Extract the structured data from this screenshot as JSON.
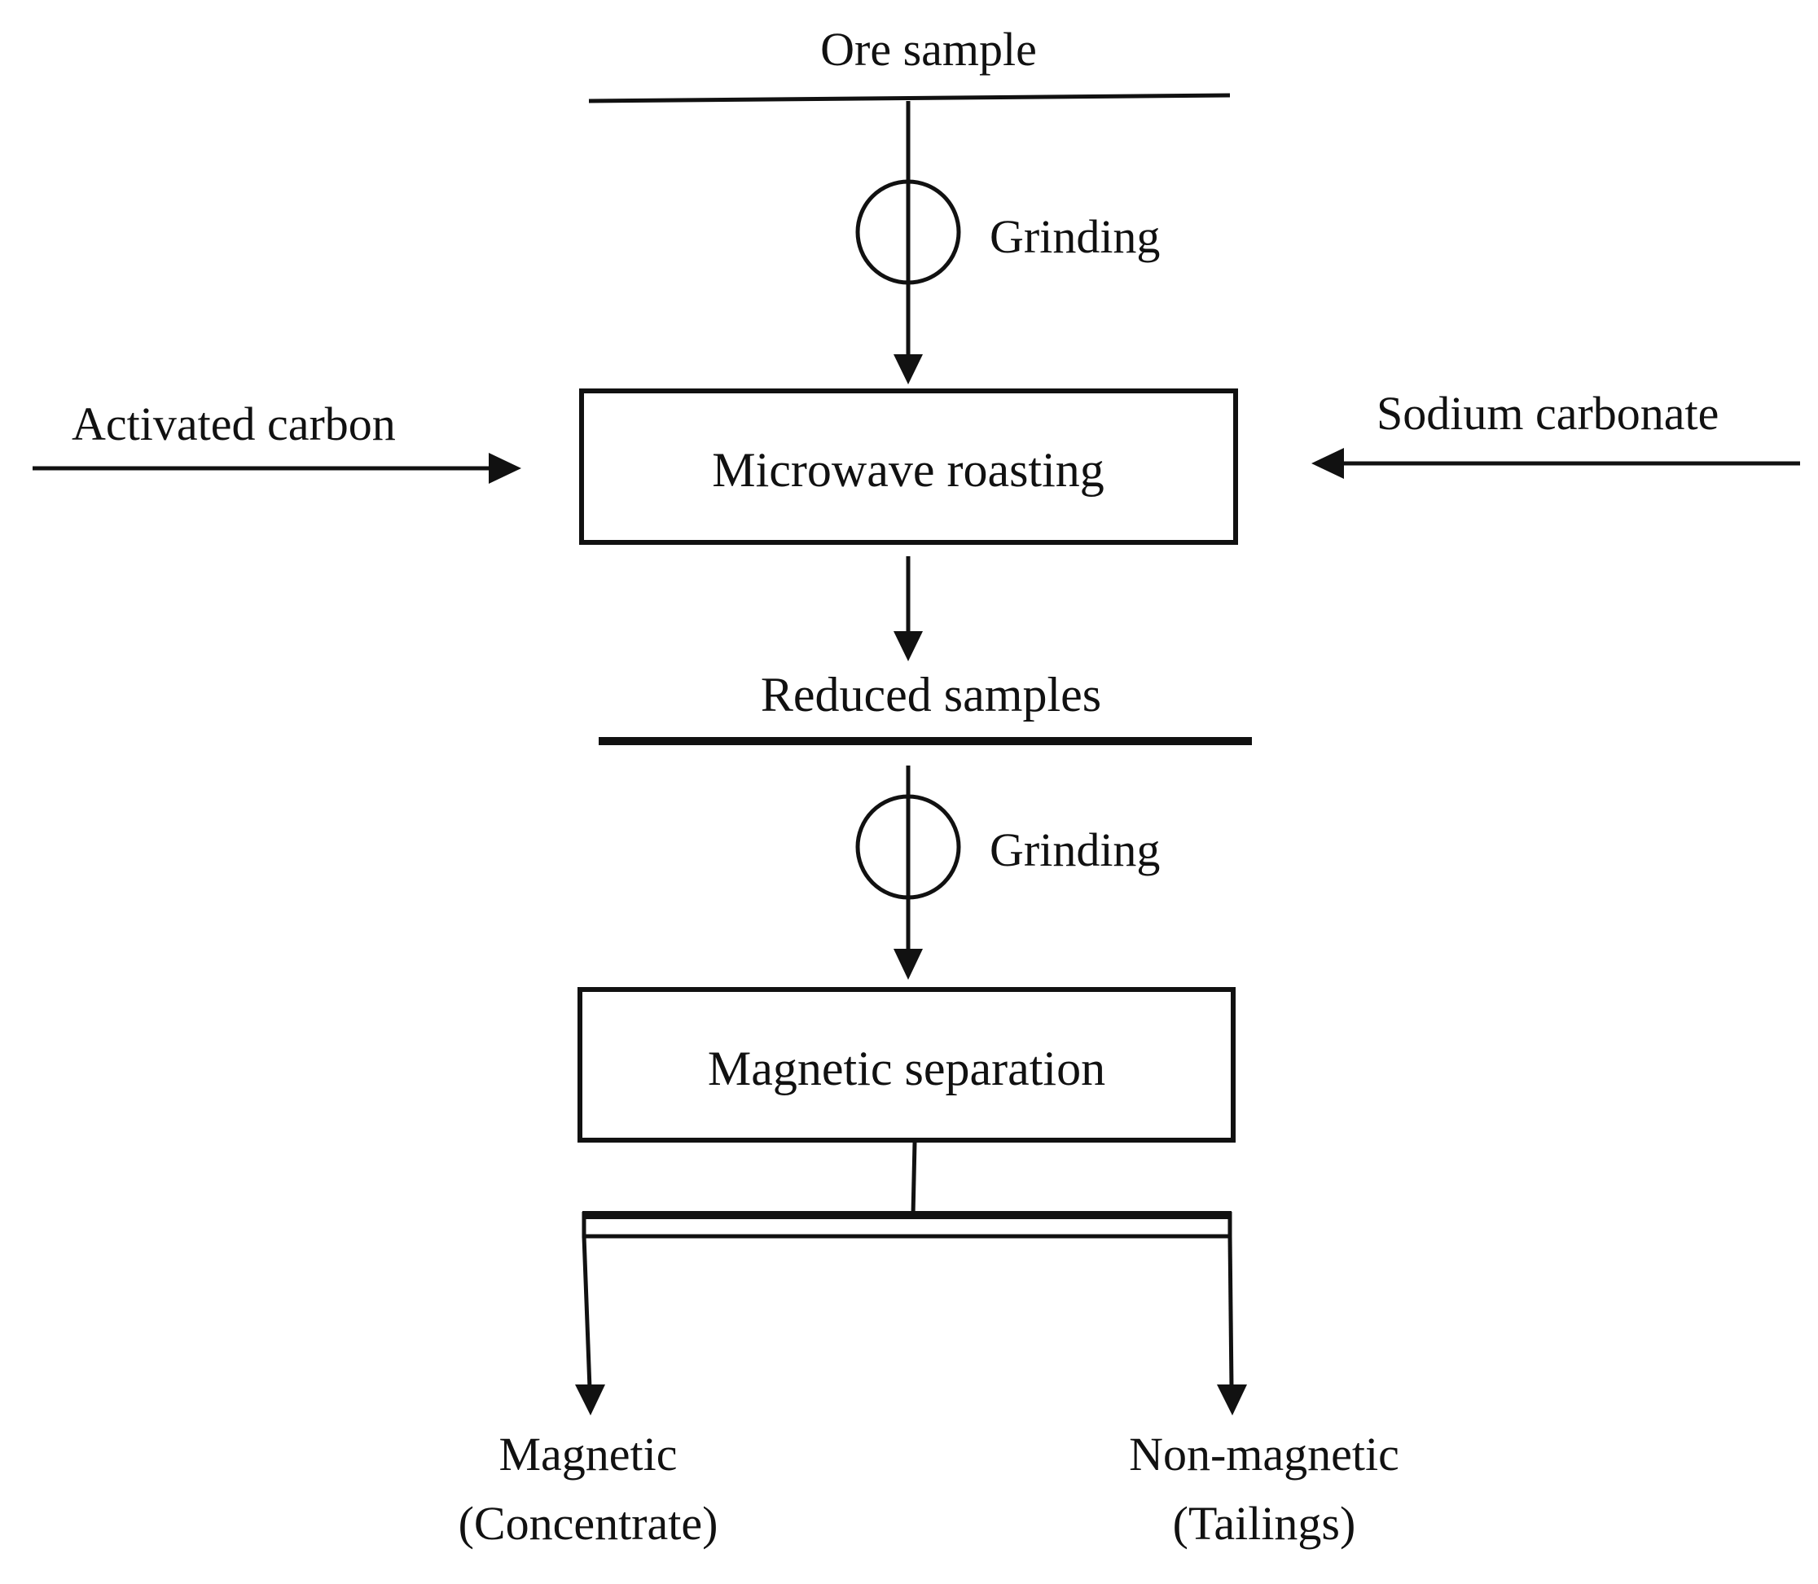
{
  "nodes": {
    "ore_sample": "Ore sample",
    "grinding_1": "Grinding",
    "microwave_roasting": "Microwave roasting",
    "activated_carbon": "Activated carbon",
    "sodium_carbonate": "Sodium carbonate",
    "reduced_samples": "Reduced samples",
    "grinding_2": "Grinding",
    "magnetic_separation": "Magnetic separation",
    "magnetic_line1": "Magnetic",
    "magnetic_line2": "(Concentrate)",
    "nonmagnetic_line1": "Non-magnetic",
    "nonmagnetic_line2": "(Tailings)"
  }
}
